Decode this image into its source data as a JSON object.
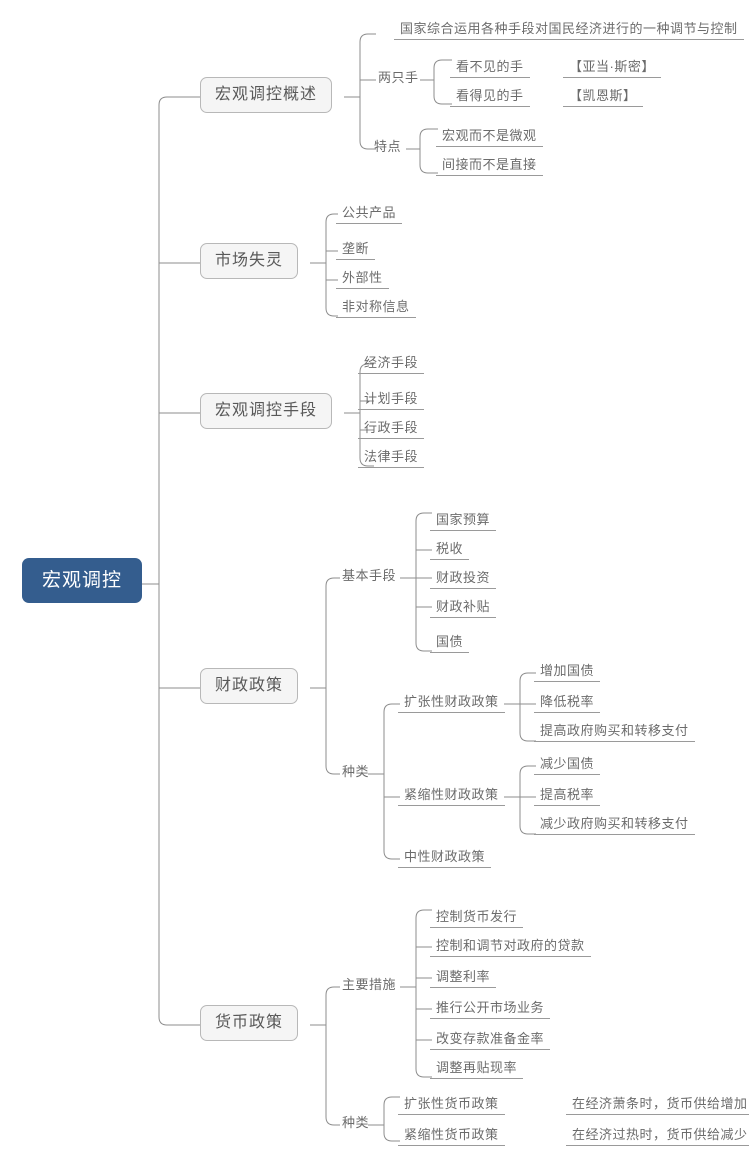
{
  "document": {
    "type": "mind-map",
    "title": "宏观调控",
    "colors": {
      "root_fill": "#345d8e",
      "root_text": "#ffffff",
      "topic_fill": "#f5f5f5",
      "topic_border": "#b8b8b8",
      "text": "#6b6b6b",
      "line": "#8d8d8d",
      "background": "#ffffff"
    }
  },
  "root": {
    "label": "宏观调控"
  },
  "branches": [
    {
      "label": "宏观调控概述",
      "children": [
        {
          "label": "国家综合运用各种手段对国民经济进行的一种调节与控制",
          "children": []
        },
        {
          "label": "两只手",
          "children": [
            {
              "label": "看不见的手",
              "note": "【亚当·斯密】"
            },
            {
              "label": "看得见的手",
              "note": "【凯恩斯】"
            }
          ]
        },
        {
          "label": "特点",
          "children": [
            {
              "label": "宏观而不是微观"
            },
            {
              "label": "间接而不是直接"
            }
          ]
        }
      ]
    },
    {
      "label": "市场失灵",
      "children": [
        {
          "label": "公共产品"
        },
        {
          "label": "垄断"
        },
        {
          "label": "外部性"
        },
        {
          "label": "非对称信息"
        }
      ]
    },
    {
      "label": "宏观调控手段",
      "children": [
        {
          "label": "经济手段"
        },
        {
          "label": "计划手段"
        },
        {
          "label": "行政手段"
        },
        {
          "label": "法律手段"
        }
      ]
    },
    {
      "label": "财政政策",
      "children": [
        {
          "label": "基本手段",
          "children": [
            {
              "label": "国家预算"
            },
            {
              "label": "税收"
            },
            {
              "label": "财政投资"
            },
            {
              "label": "财政补贴"
            },
            {
              "label": "国债"
            }
          ]
        },
        {
          "label": "种类",
          "children": [
            {
              "label": "扩张性财政政策",
              "children": [
                {
                  "label": "增加国债"
                },
                {
                  "label": "降低税率"
                },
                {
                  "label": "提高政府购买和转移支付"
                }
              ]
            },
            {
              "label": "紧缩性财政政策",
              "children": [
                {
                  "label": "减少国债"
                },
                {
                  "label": "提高税率"
                },
                {
                  "label": "减少政府购买和转移支付"
                }
              ]
            },
            {
              "label": "中性财政政策",
              "children": []
            }
          ]
        }
      ]
    },
    {
      "label": "货币政策",
      "children": [
        {
          "label": "主要措施",
          "children": [
            {
              "label": "控制货币发行"
            },
            {
              "label": "控制和调节对政府的贷款"
            },
            {
              "label": "调整利率"
            },
            {
              "label": "推行公开市场业务"
            },
            {
              "label": "改变存款准备金率"
            },
            {
              "label": "调整再贴现率"
            }
          ]
        },
        {
          "label": "种类",
          "children": [
            {
              "label": "扩张性货币政策",
              "note": "在经济萧条时，货币供给增加"
            },
            {
              "label": "紧缩性货币政策",
              "note": "在经济过热时，货币供给减少"
            }
          ]
        }
      ]
    }
  ]
}
